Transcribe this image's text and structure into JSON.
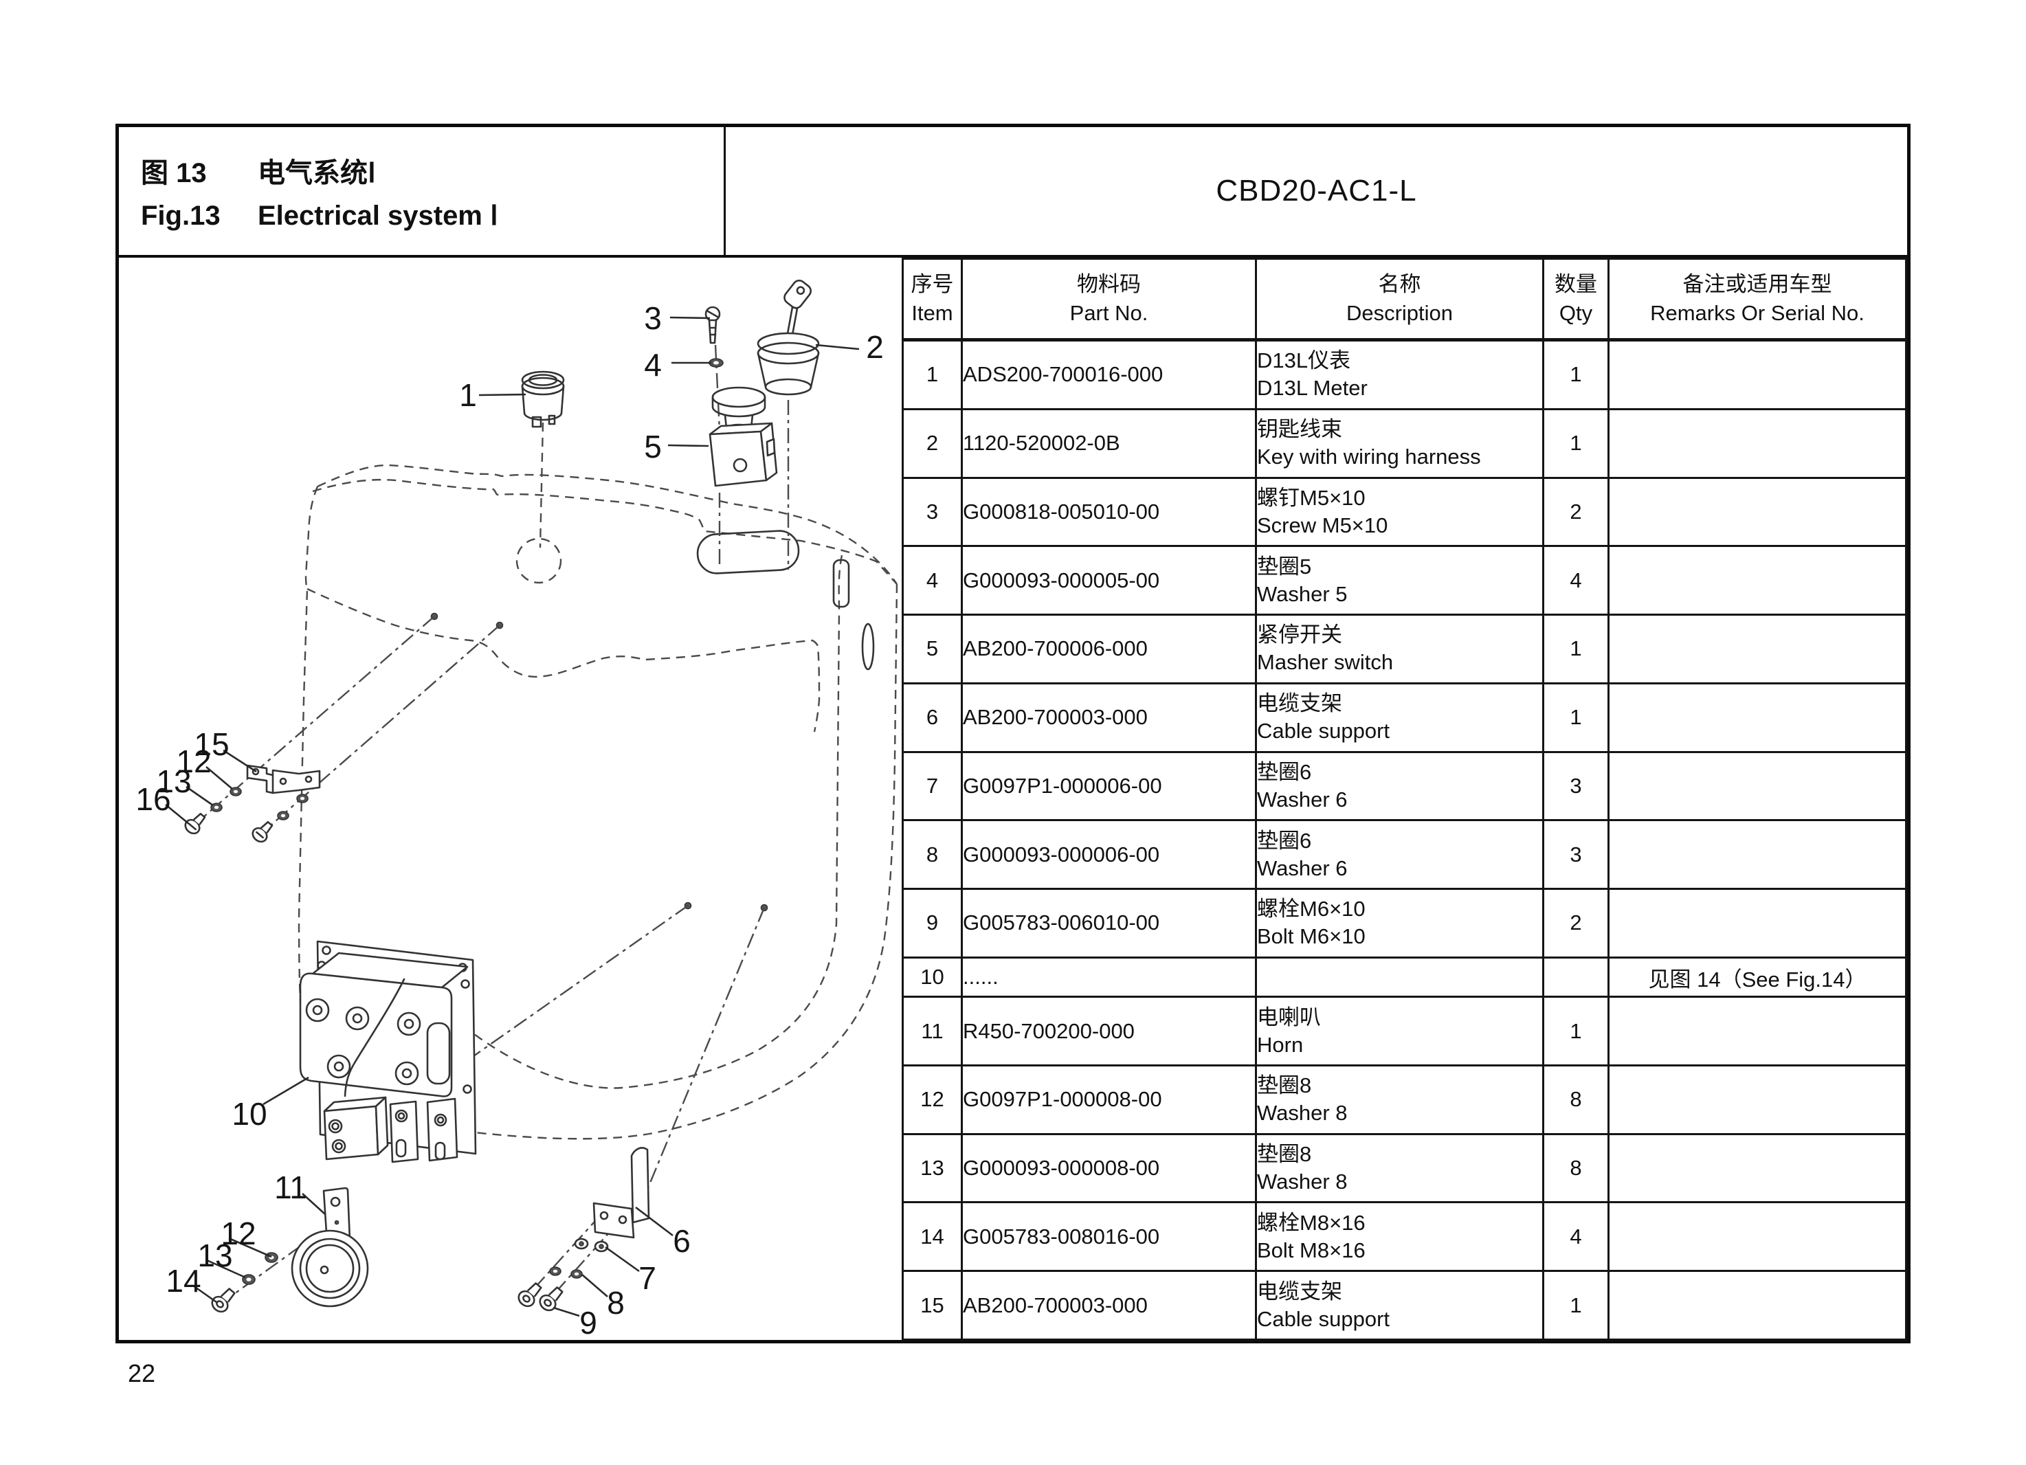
{
  "page": {
    "number": "22"
  },
  "header": {
    "fig_zh": "图 13",
    "title_zh": "电气系统Ⅰ",
    "fig_en": "Fig.13",
    "title_en": "Electrical system Ⅰ",
    "model": "CBD20-AC1-L"
  },
  "table": {
    "headers": {
      "item_zh": "序号",
      "item_en": "Item",
      "part_zh": "物料码",
      "part_en": "Part No.",
      "desc_zh": "名称",
      "desc_en": "Description",
      "qty_zh": "数量",
      "qty_en": "Qty",
      "remarks_zh": "备注或适用车型",
      "remarks_en": "Remarks Or Serial No."
    },
    "rows": [
      {
        "item": "1",
        "part": "ADS200-700016-000",
        "desc_zh": "D13L仪表",
        "desc_en": "D13L Meter",
        "qty": "1",
        "remarks": ""
      },
      {
        "item": "2",
        "part": "1120-520002-0B",
        "desc_zh": "钥匙线束",
        "desc_en": "Key with wiring harness",
        "qty": "1",
        "remarks": ""
      },
      {
        "item": "3",
        "part": "G000818-005010-00",
        "desc_zh": "螺钉M5×10",
        "desc_en": "Screw M5×10",
        "qty": "2",
        "remarks": ""
      },
      {
        "item": "4",
        "part": "G000093-000005-00",
        "desc_zh": "垫圈5",
        "desc_en": "Washer 5",
        "qty": "4",
        "remarks": ""
      },
      {
        "item": "5",
        "part": "AB200-700006-000",
        "desc_zh": "紧停开关",
        "desc_en": "Masher switch",
        "qty": "1",
        "remarks": ""
      },
      {
        "item": "6",
        "part": "AB200-700003-000",
        "desc_zh": "电缆支架",
        "desc_en": "Cable support",
        "qty": "1",
        "remarks": ""
      },
      {
        "item": "7",
        "part": "G0097P1-000006-00",
        "desc_zh": "垫圈6",
        "desc_en": "Washer 6",
        "qty": "3",
        "remarks": ""
      },
      {
        "item": "8",
        "part": "G000093-000006-00",
        "desc_zh": "垫圈6",
        "desc_en": "Washer 6",
        "qty": "3",
        "remarks": ""
      },
      {
        "item": "9",
        "part": "G005783-006010-00",
        "desc_zh": "螺栓M6×10",
        "desc_en": "Bolt M6×10",
        "qty": "2",
        "remarks": ""
      },
      {
        "item": "10",
        "part": "......",
        "desc_zh": "",
        "desc_en": "",
        "qty": "",
        "remarks": "见图 14（See Fig.14）"
      },
      {
        "item": "11",
        "part": "R450-700200-000",
        "desc_zh": "电喇叭",
        "desc_en": "Horn",
        "qty": "1",
        "remarks": ""
      },
      {
        "item": "12",
        "part": "G0097P1-000008-00",
        "desc_zh": "垫圈8",
        "desc_en": "Washer 8",
        "qty": "8",
        "remarks": ""
      },
      {
        "item": "13",
        "part": "G000093-000008-00",
        "desc_zh": "垫圈8",
        "desc_en": "Washer 8",
        "qty": "8",
        "remarks": ""
      },
      {
        "item": "14",
        "part": "G005783-008016-00",
        "desc_zh": "螺栓M8×16",
        "desc_en": "Bolt M8×16",
        "qty": "4",
        "remarks": ""
      },
      {
        "item": "15",
        "part": "AB200-700003-000",
        "desc_zh": "电缆支架",
        "desc_en": "Cable support",
        "qty": "1",
        "remarks": ""
      }
    ]
  },
  "diagram": {
    "callouts": [
      {
        "n": "1"
      },
      {
        "n": "2"
      },
      {
        "n": "3"
      },
      {
        "n": "4"
      },
      {
        "n": "5"
      },
      {
        "n": "6"
      },
      {
        "n": "7"
      },
      {
        "n": "8"
      },
      {
        "n": "9"
      },
      {
        "n": "10"
      },
      {
        "n": "11"
      },
      {
        "n": "15"
      },
      {
        "n": "12"
      },
      {
        "n": "13"
      },
      {
        "n": "16"
      },
      {
        "n": "12"
      },
      {
        "n": "13"
      },
      {
        "n": "14"
      }
    ]
  }
}
